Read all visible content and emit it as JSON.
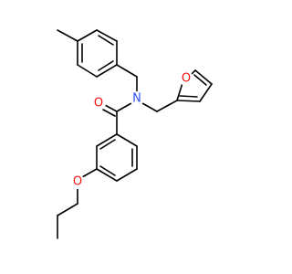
{
  "molecule": {
    "atoms": {
      "amide_n": {
        "label": "N",
        "color": "#3050F8"
      },
      "carbonyl_o": {
        "label": "O",
        "color": "#FF0D0D"
      },
      "furan_o": {
        "label": "O",
        "color": "#FF0D0D"
      },
      "ether_o": {
        "label": "O",
        "color": "#FF0D0D"
      }
    },
    "bond_color": "#000000"
  }
}
